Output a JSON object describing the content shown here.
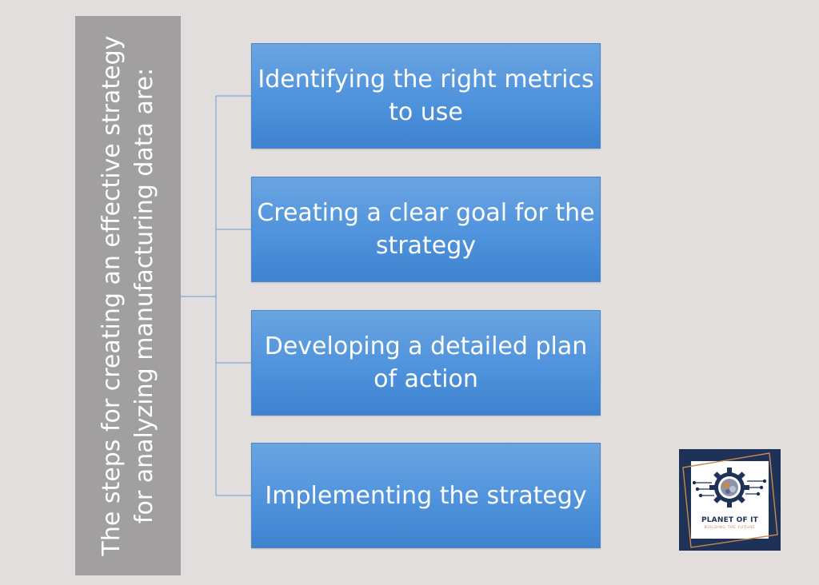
{
  "root": {
    "text": "The steps for creating an effective strategy for analyzing manufacturing data are:"
  },
  "steps": [
    {
      "label": "Identifying the right metrics to use"
    },
    {
      "label": "Creating a clear goal for the strategy"
    },
    {
      "label": "Developing a detailed plan of action"
    },
    {
      "label": "Implementing the strategy"
    }
  ],
  "logo": {
    "title": "PLANET OF IT",
    "tagline": "BUILDING THE FUTURE"
  },
  "colors": {
    "background": "#e2dedd",
    "root_box": "#a19f9f",
    "step_box": "#4f93dd",
    "connector": "#6d9bd2",
    "logo_navy": "#1e3156",
    "logo_gold": "#c8894a"
  }
}
